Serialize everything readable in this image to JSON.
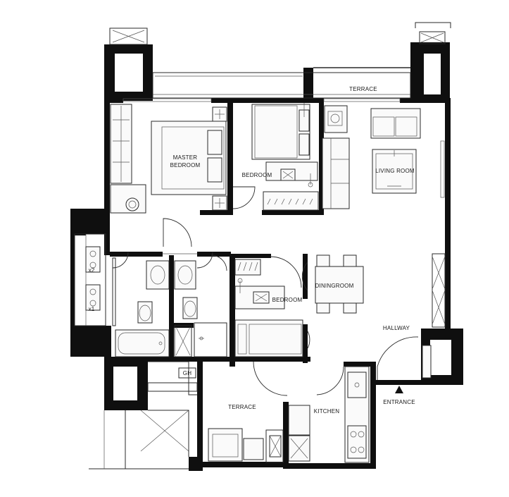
{
  "labels": {
    "terrace_top": "TERRACE",
    "master_bedroom_1": "MASTER",
    "master_bedroom_2": "BEDROOM",
    "bedroom_1": "BEDROOM",
    "living_room": "LIVING ROOM",
    "dining_room": "DININGROOM",
    "bedroom_2": "BEDROOM",
    "hallway": "HALLWAY",
    "terrace_bottom": "TERRACE",
    "kitchen": "KITCHEN",
    "entrance": "ENTRANCE",
    "ac_x2": "x2",
    "ac_x1": "x1",
    "gh": "GH"
  },
  "colors": {
    "wall": "#0f0f0f",
    "line": "#2a2a2a",
    "background": "#ffffff"
  }
}
